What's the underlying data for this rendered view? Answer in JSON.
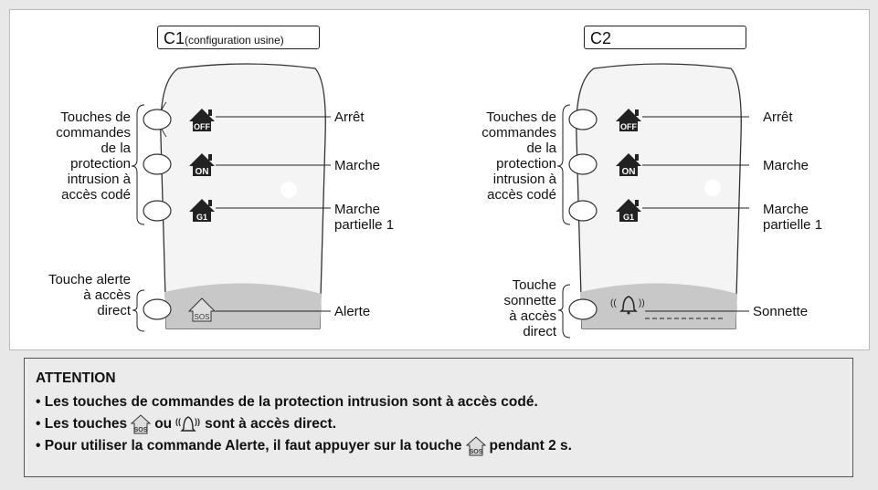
{
  "left_panel": {
    "config_title": "C1",
    "config_subtitle": "(configuration usine)",
    "group_label": [
      "Touches de",
      "commandes",
      "de la",
      "protection",
      "intrusion à",
      "accès codé"
    ],
    "alert_label": [
      "Touche alerte",
      "à accès",
      "direct"
    ],
    "right_labels": {
      "off": "Arrêt",
      "on": "Marche",
      "partial": [
        "Marche",
        "partielle 1"
      ],
      "alert": "Alerte"
    }
  },
  "right_panel": {
    "config_title": "C2",
    "group_label": [
      "Touches de",
      "commandes",
      "de la",
      "protection",
      "intrusion à",
      "accès codé"
    ],
    "bell_label": [
      "Touche",
      "sonnette",
      "à accès",
      "direct"
    ],
    "right_labels": {
      "off": "Arrêt",
      "on": "Marche",
      "partial": [
        "Marche",
        "partielle 1"
      ],
      "bell": "Sonnette"
    }
  },
  "icons": {
    "off": "OFF",
    "on": "ON",
    "partial": "G1",
    "sos": "SOS",
    "bell": "bell-icon"
  },
  "attention": {
    "title": "ATTENTION",
    "line1": "• Les touches de commandes de la protection intrusion sont à accès codé.",
    "line2_a": "• Les touches",
    "line2_b": "ou",
    "line2_c": "sont à accès direct.",
    "line3_a": "• Pour utiliser la commande Alerte, il faut appuyer sur la touche",
    "line3_b": "pendant 2 s."
  }
}
